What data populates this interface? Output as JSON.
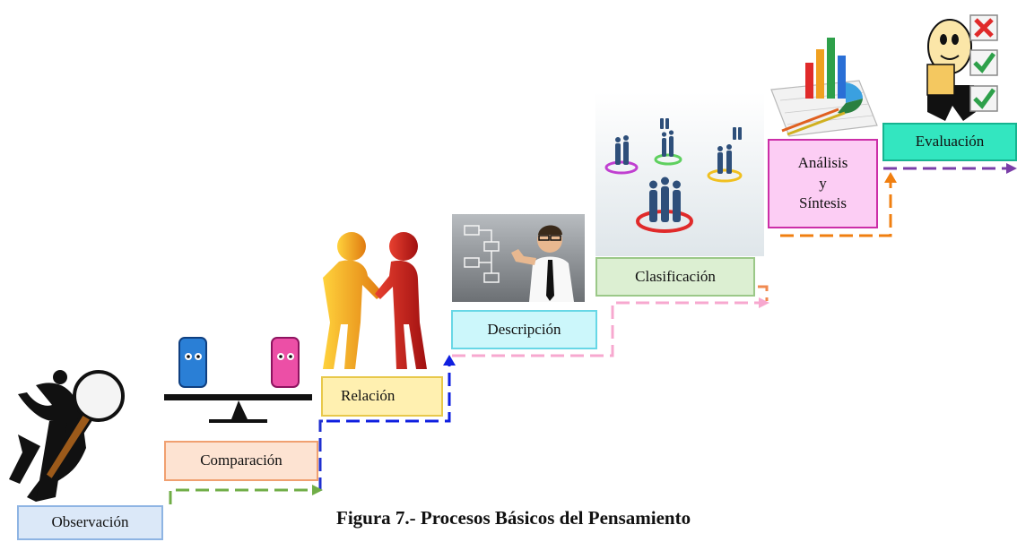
{
  "caption": "Figura 7.- Procesos Básicos del Pensamiento",
  "steps": [
    {
      "label": "Observación",
      "fill": "#dbe8f8",
      "border": "#8eb4e3"
    },
    {
      "label": "Comparación",
      "fill": "#fde3d2",
      "border": "#f0a070"
    },
    {
      "label": "Relación",
      "fill": "#fff0b0",
      "border": "#e8c84a"
    },
    {
      "label": "Descripción",
      "fill": "#ccf7fb",
      "border": "#67d7e6"
    },
    {
      "label": "Clasificación",
      "fill": "#dcefd2",
      "border": "#9bc888"
    },
    {
      "label_lines": [
        "Análisis",
        "y",
        "Síntesis"
      ],
      "fill": "#fccdf4",
      "border": "#cc2ea8"
    },
    {
      "label": "Evaluación",
      "fill": "#33e6c0",
      "border": "#16b490"
    }
  ],
  "connector_colors": [
    "#70ad47",
    "#1f2fd0",
    "#0f1fe0",
    "#f7a8cf",
    "#f08a50",
    "#f07f10",
    "#7a3ea8"
  ]
}
